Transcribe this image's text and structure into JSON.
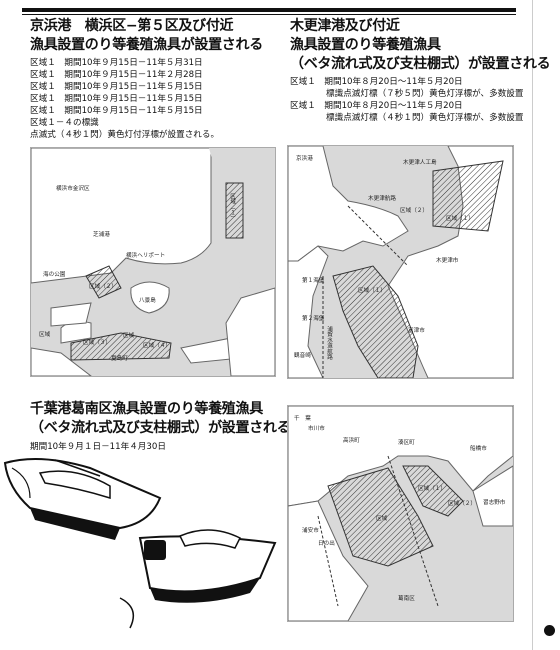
{
  "keihin": {
    "title_line1": "京浜港　横浜区−第５区及び付近",
    "title_line2": "漁具設置のり等養殖漁具が設置される",
    "lines": [
      "区域１　期間10年９月15日－11年５月31日",
      "区域１　期間10年９月15日－11年２月28日",
      "区域１　期間10年９月15日－11年５月15日",
      "区域１　期間10年９月15日－11年５月15日",
      "区域１　期間10年９月15日－11年５月15日",
      "区域１－４の標識",
      "点滅式（４秒１閃）黄色灯付浮標が設置される。"
    ],
    "map_labels": {
      "city": "横浜市金沢区",
      "pier": "芝浦港",
      "heliport": "横浜ヘリポート",
      "park": "海の公園",
      "island": "八景島",
      "torishima": "夏島町",
      "area1": "区域（１）",
      "area2": "区域（２）",
      "area3": "区域（３）",
      "area4": "区域（４）",
      "area_a": "区域",
      "area_b": "区域"
    }
  },
  "kisarazu": {
    "title_line1": "木更津港及び付近",
    "title_line2": "漁具設置のり等養殖漁具",
    "title_line3": "（ベタ流れ式及び支柱棚式）が設置される",
    "lines": [
      "区域１　期間10年８月20日～11年５月20日",
      "標識点滅灯標（７秒５閃）黄色灯浮標が、多数設置",
      "区域１　期間10年８月20日～11年５月20日",
      "標識点滅灯標（４秒１閃）黄色灯浮標が、多数設置"
    ],
    "map_labels": {
      "port": "京浜港",
      "artificial": "木更津人工島",
      "channel": "木更津航路",
      "area1": "区域（１）",
      "kisarazu_city": "木更津市",
      "area2": "区域（２）",
      "breakwater1": "第１海堡",
      "breakwater2": "第２海堡",
      "kanaya": "観音崎",
      "area3": "区域（１）",
      "futtsu": "富津市",
      "uraga": "浦賀水道航路"
    }
  },
  "chiba": {
    "title_line1": "千葉港葛南区漁具設置のり等養殖漁具",
    "title_line2": "（ベタ流れ式及び支柱棚式）が設置される",
    "line": "期間10年９月１日－11年４月30日",
    "map_labels": {
      "chiba": "千　葉",
      "ichikawa": "市川市",
      "kotaka": "高浜町",
      "minato": "湊区町",
      "funabashi": "船橋市",
      "narashino": "習志野市",
      "area1": "区域（１）",
      "area2": "区域（２）",
      "area_main": "区域",
      "urayasu": "浦安市",
      "hinode": "日の出",
      "bay": "葛南区"
    }
  }
}
